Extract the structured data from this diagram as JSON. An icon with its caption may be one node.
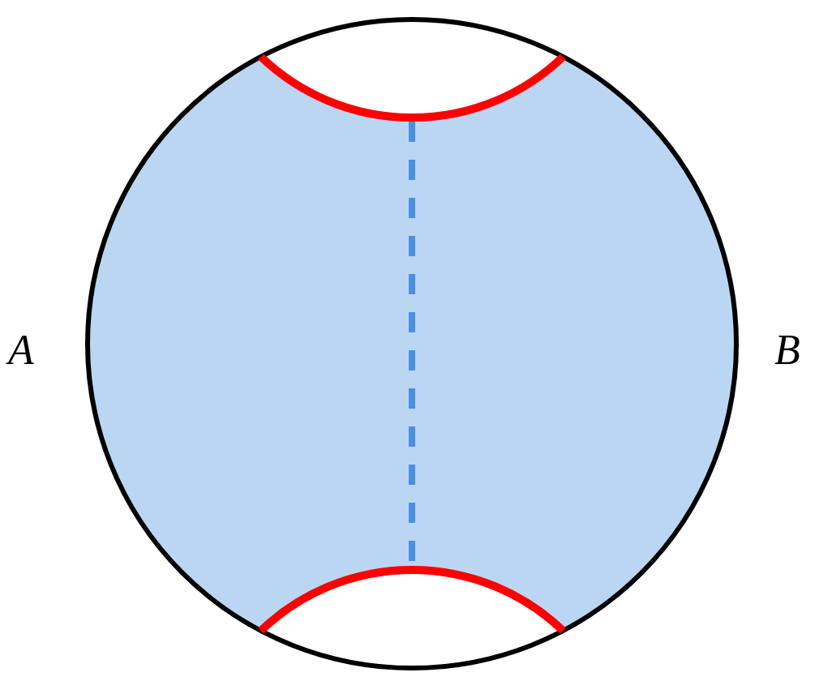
{
  "diagram": {
    "nodes": [
      {
        "text": [],
        "shape": "arc"
      },
      {
        "text": [],
        "shape": "arc"
      }
    ],
    "edges": [
      {
        "from": 0,
        "to": 1,
        "arrow": "none",
        "style": "dashed",
        "color": "#4a90e2"
      }
    ],
    "labels": [
      "A",
      "B"
    ]
  }
}
